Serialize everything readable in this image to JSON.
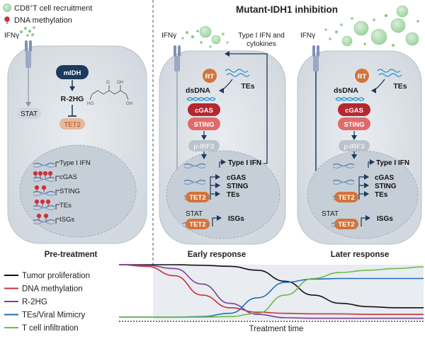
{
  "legend_top": {
    "cd8_label": "CD8",
    "cd8_sup": "+",
    "cd8_rest": "T cell recruitment",
    "methylation": "DNA methylation"
  },
  "title": "Mutant-IDH1 inhibition",
  "ifn_gamma": "IFNγ",
  "type1_ifn_cytokines": [
    "Type I IFN and",
    "cytokines"
  ],
  "panel1": {
    "caption": "Pre-treatment",
    "stat": "STAT",
    "midh": "mIDH",
    "r2hg": "R-2HG",
    "tet2": "TET2",
    "genes": [
      "Type I IFN",
      "cGAS",
      "STING",
      "TEs",
      "ISGs"
    ]
  },
  "panel2": {
    "caption": "Early response",
    "rt": "RT",
    "tes": "TEs",
    "dsdna": "dsDNA",
    "cgas": "cGAS",
    "sting": "STING",
    "pirf3": "p-IRF3",
    "type1": "Type I IFN",
    "tet2": "TET2",
    "genes": [
      "cGAS",
      "STING",
      "TEs"
    ],
    "stat": "STAT",
    "isgs": "ISGs"
  },
  "panel3": {
    "caption": "Later response",
    "rt": "RT",
    "tes": "TEs",
    "dsdna": "dsDNA",
    "cgas": "cGAS",
    "sting": "STING",
    "pirf3": "p-IRF3",
    "type1": "Type I IFN",
    "tet2": "TET2",
    "genes": [
      "cGAS",
      "STING",
      "TEs"
    ],
    "stat": "STAT",
    "isgs": "ISGs"
  },
  "colors": {
    "tumor": "#111111",
    "methylation": "#c8323c",
    "r2hg": "#7b3f98",
    "tes": "#1f6fb5",
    "tcell": "#6dbb45",
    "navy": "#1d3a5c",
    "cgas_red": "#b5282e",
    "tet2_orange": "#d4733a"
  },
  "chart_data": {
    "type": "line",
    "xlabel": "Treatment time",
    "ylabel": "",
    "series": [
      {
        "name": "Tumor proliferation",
        "values": [
          1.0,
          1.0,
          1.0,
          0.99,
          0.97,
          0.9,
          0.7,
          0.45,
          0.3,
          0.24,
          0.22,
          0.22
        ]
      },
      {
        "name": "DNA methylation",
        "values": [
          1.0,
          0.97,
          0.8,
          0.45,
          0.22,
          0.14,
          0.12,
          0.11,
          0.11,
          0.1,
          0.1,
          0.1
        ]
      },
      {
        "name": "R-2HG",
        "values": [
          1.0,
          0.99,
          0.93,
          0.65,
          0.3,
          0.1,
          0.04,
          0.03,
          0.03,
          0.03,
          0.03,
          0.03
        ]
      },
      {
        "name": "TEs/Viral Mimicry",
        "values": [
          0.05,
          0.05,
          0.05,
          0.06,
          0.12,
          0.4,
          0.68,
          0.74,
          0.75,
          0.75,
          0.75,
          0.75
        ]
      },
      {
        "name": "T cell infiltration",
        "values": [
          0.05,
          0.05,
          0.05,
          0.05,
          0.06,
          0.12,
          0.45,
          0.75,
          0.86,
          0.9,
          0.93,
          0.96
        ]
      }
    ]
  }
}
